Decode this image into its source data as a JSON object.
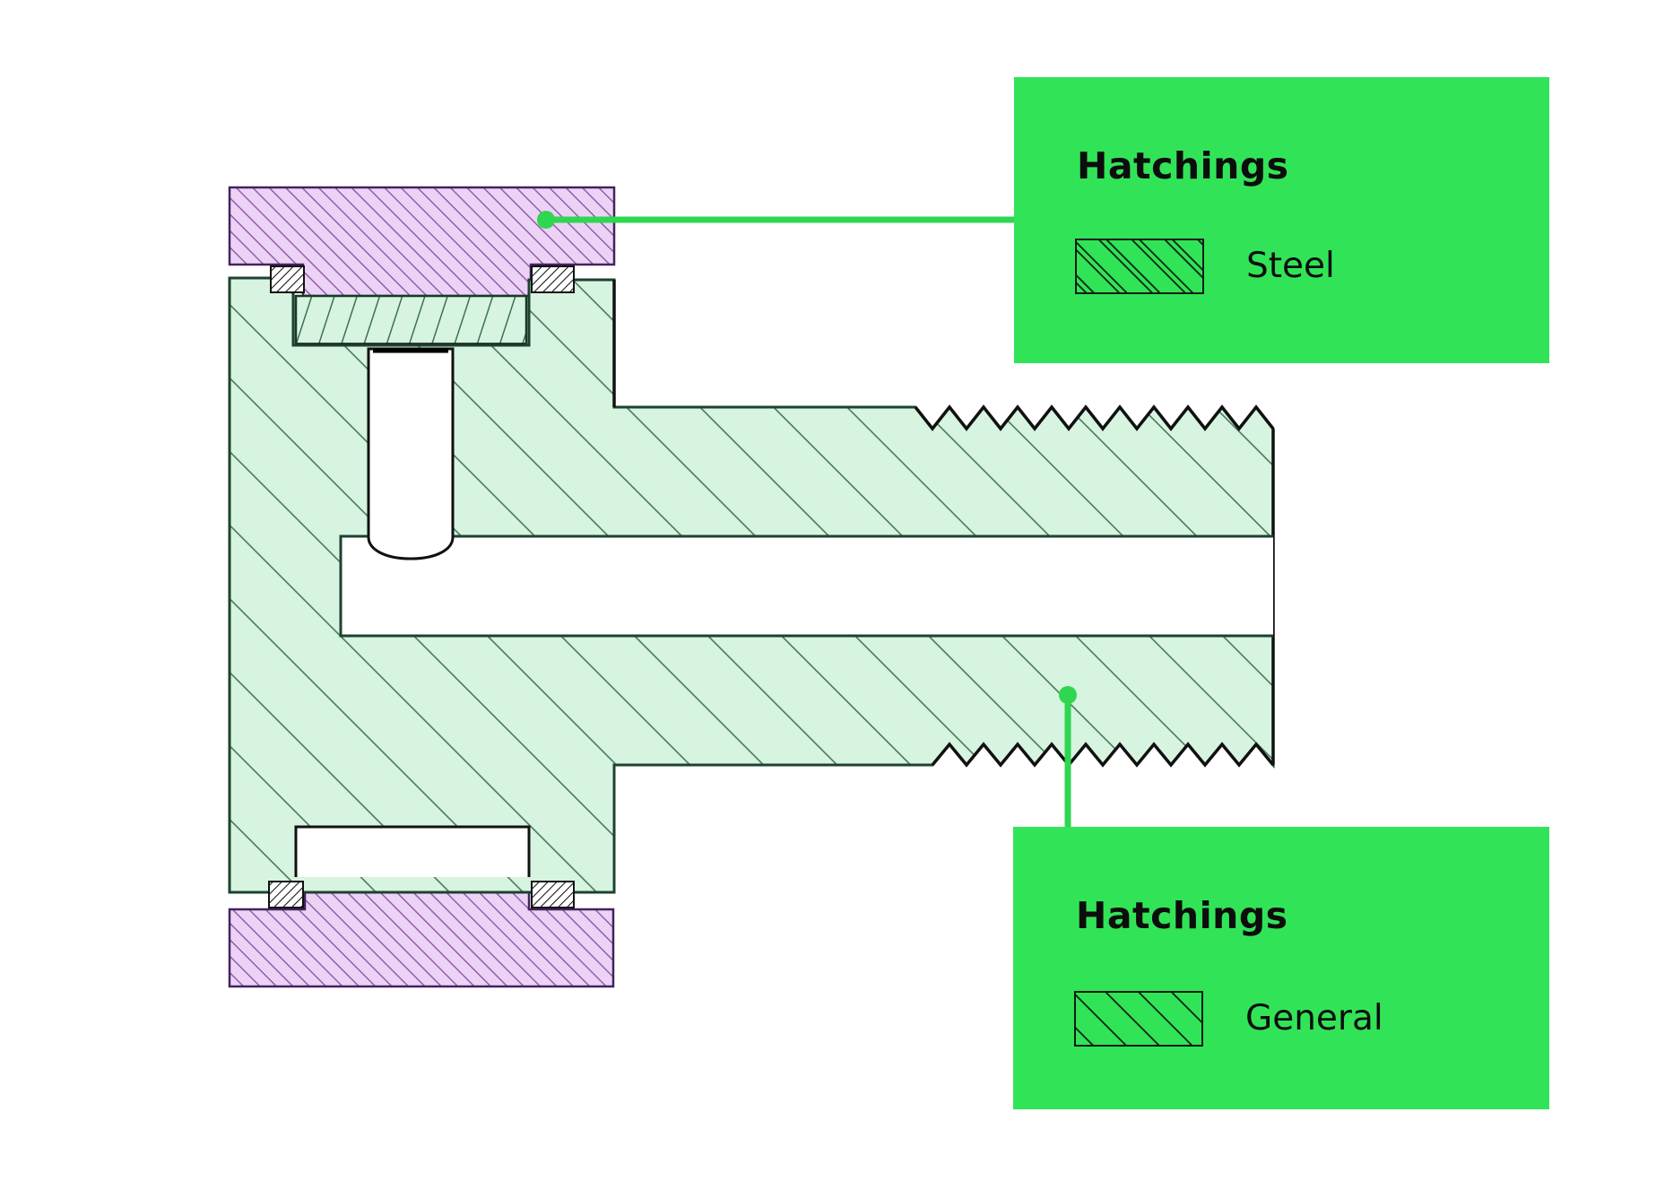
{
  "panels": [
    {
      "title": "Hatchings",
      "item": {
        "label": "Steel",
        "swatch_style": "steel-double-diagonal-hatch"
      }
    },
    {
      "title": "Hatchings",
      "item": {
        "label": "General",
        "swatch_style": "general-single-diagonal-hatch"
      }
    }
  ],
  "drawing": {
    "kind": "engineering-cross-section",
    "regions": {
      "steel_hatched_parts": "purple sections (nut top and bottom) + small retainer inserts",
      "general_hatched_parts": "pale green fitting body, threaded stem and seal washer"
    }
  },
  "colors": {
    "panel_green": "#31E457",
    "connector_green": "#2FD64F",
    "purple_fill": "#ECD3F6",
    "purple_hatch": "#8a57a5",
    "green_fill": "#D6F4DF",
    "green_hatch": "#3f7053",
    "outline_dark_green": "#1d4230",
    "outline_black": "#111111",
    "text": "#0d0d0d"
  }
}
